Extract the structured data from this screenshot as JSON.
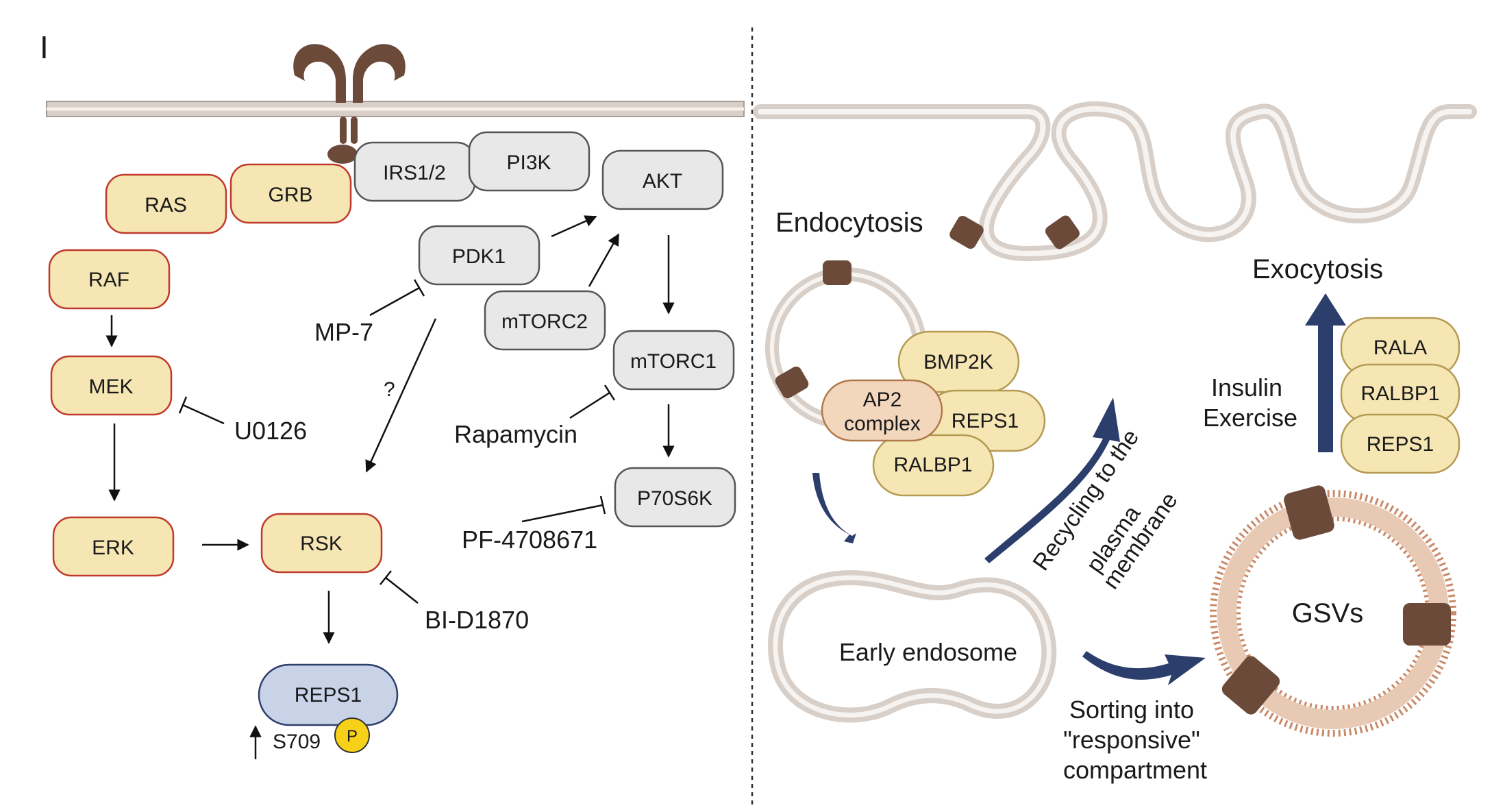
{
  "panel_label": "I",
  "left_panel": {
    "mapk_pathway": {
      "ras": "RAS",
      "grb": "GRB",
      "raf": "RAF",
      "mek": "MEK",
      "erk": "ERK",
      "rsk": "RSK"
    },
    "pi3k_pathway": {
      "irs": "IRS1/2",
      "pi3k": "PI3K",
      "akt": "AKT",
      "pdk1": "PDK1",
      "mtorc2": "mTORC2",
      "mtorc1": "mTORC1",
      "p70s6k": "P70S6K"
    },
    "inhibitors": {
      "mp7": "MP-7",
      "u0126": "U0126",
      "rapamycin": "Rapamycin",
      "pf": "PF-4708671",
      "bi": "BI-D1870"
    },
    "question_mark": "?",
    "reps1": "REPS1",
    "site": "S709",
    "phospho": "P"
  },
  "right_panel": {
    "endocytosis": "Endocytosis",
    "exocytosis": "Exocytosis",
    "complex_left": {
      "bmp2k": "BMP2K",
      "ap2_line1": "AP2",
      "ap2_line2": "complex",
      "reps1": "REPS1",
      "ralbp1": "RALBP1"
    },
    "complex_right": {
      "rala": "RALA",
      "ralbp1": "RALBP1",
      "reps1": "REPS1"
    },
    "stimuli_line1": "Insulin",
    "stimuli_line2": "Exercise",
    "recycling_line1": "Recycling to the",
    "recycling_line2": "plasma",
    "recycling_line3": "membrane",
    "early_endosome": "Early endosome",
    "sorting_line1": "Sorting into",
    "sorting_line2": "\"responsive\"",
    "sorting_line3": "compartment",
    "gsvs": "GSVs"
  },
  "colors": {
    "tan_fill": "#f5e6b3",
    "red_border": "#c0392b",
    "gray_fill": "#e8e8e8",
    "gray_border": "#555555",
    "blue_fill": "#c8d3e8",
    "navy_arrow": "#2c3e6b",
    "brown_channel": "#6b4a3a",
    "yellow_p": "#f7d117",
    "ap2_fill": "#f3d7bd",
    "membrane": "#d8cfc8",
    "olive_border": "#b59a52"
  }
}
